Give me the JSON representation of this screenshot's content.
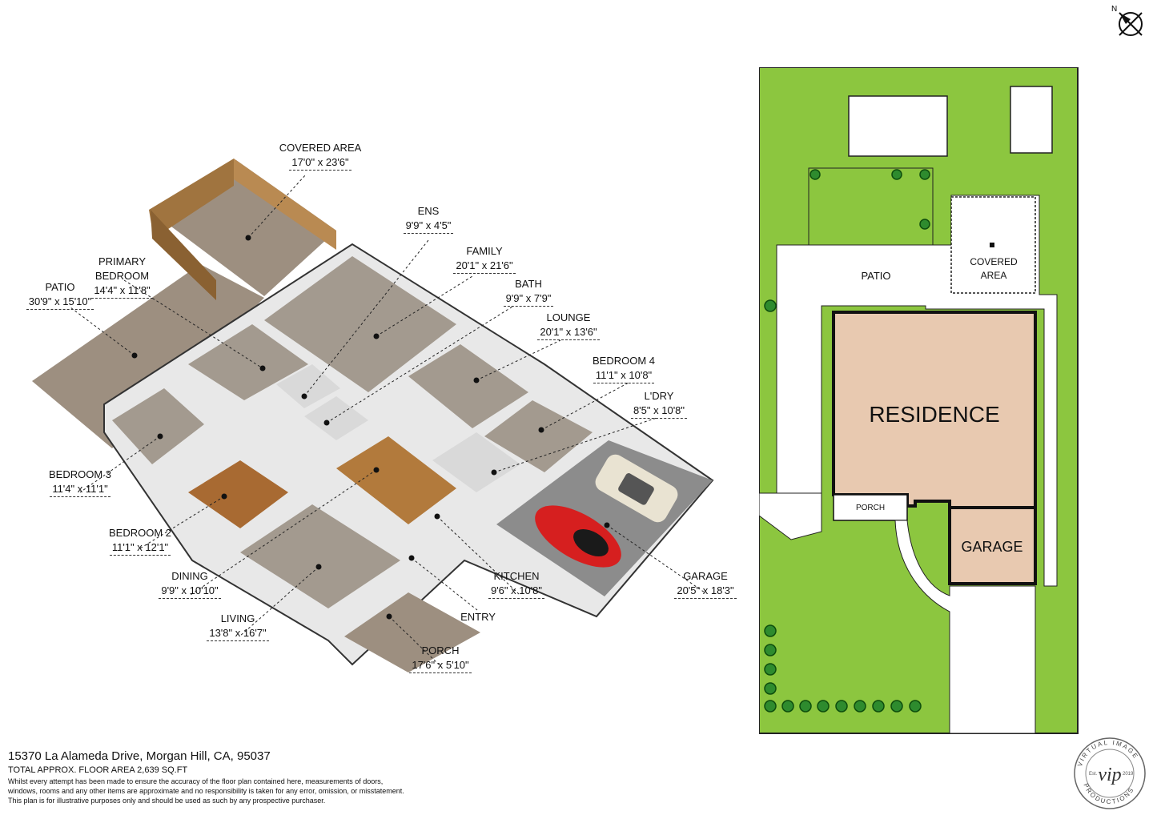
{
  "colors": {
    "lawn": "#8cc63f",
    "residence": "#e8c9b0",
    "paving": "#ffffff",
    "floor_carpet": "#a39a8f",
    "floor_wood": "#a86a32",
    "patio_3d": "#9d8f80",
    "fence": "#a0743f"
  },
  "rooms": [
    {
      "name": "COVERED AREA",
      "dims": "17'0\" x 23'6\""
    },
    {
      "name": "ENS",
      "dims": "9'9\" x 4'5\""
    },
    {
      "name": "PRIMARY\nBEDROOM",
      "dims": "14'4\" x 11'8\""
    },
    {
      "name": "FAMILY",
      "dims": "20'1\" x 21'6\""
    },
    {
      "name": "PATIO",
      "dims": "30'9\" x 15'10\""
    },
    {
      "name": "BATH",
      "dims": "9'9\" x 7'9\""
    },
    {
      "name": "LOUNGE",
      "dims": "20'1\" x 13'6\""
    },
    {
      "name": "BEDROOM 4",
      "dims": "11'1\" x 10'8\""
    },
    {
      "name": "L'DRY",
      "dims": "8'5\" x 10'8\""
    },
    {
      "name": "BEDROOM 3",
      "dims": "11'4\" x 11'1\""
    },
    {
      "name": "BEDROOM 2",
      "dims": "11'1\" x 12'1\""
    },
    {
      "name": "DINING",
      "dims": "9'9\" x 10'10\""
    },
    {
      "name": "KITCHEN",
      "dims": "9'6\" x 10'8\""
    },
    {
      "name": "GARAGE",
      "dims": "20'5\" x 18'3\""
    },
    {
      "name": "LIVING",
      "dims": "13'8\" x 16'7\""
    },
    {
      "name": "ENTRY",
      "dims": ""
    },
    {
      "name": "PORCH",
      "dims": "17'6\" x 5'10\""
    }
  ],
  "site_plan": {
    "patio": "PATIO",
    "covered_area_1": "COVERED",
    "covered_area_2": "AREA",
    "residence": "RESIDENCE",
    "porch": "PORCH",
    "garage": "GARAGE"
  },
  "north_label": "N",
  "footer": {
    "address": "15370 La Alameda Drive, Morgan Hill, CA, 95037",
    "area": "TOTAL APPROX. FLOOR AREA 2,639 SQ.FT",
    "disclaimer_1": "Whilst every attempt has been made to ensure the accuracy of the floor plan contained here, measurements of doors,",
    "disclaimer_2": "windows, rooms and any other items are approximate and no responsibility is taken for any error, omission, or misstatement.",
    "disclaimer_3": "This plan is for illustrative purposes only and should be used as such by any prospective purchaser."
  },
  "logo": {
    "monogram": "vip",
    "ring_top": "VIRTUAL IMAGE",
    "ring_bottom": "PRODUCTIONS",
    "est_left": "Est.",
    "est_right": "2019"
  }
}
